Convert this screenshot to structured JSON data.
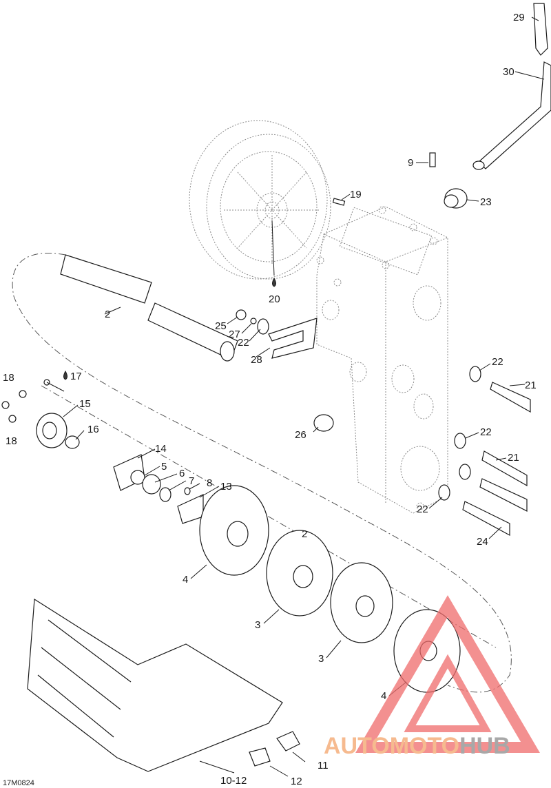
{
  "figure_code": "17M0824",
  "callouts": [
    {
      "id": "c29",
      "text": "29"
    },
    {
      "id": "c30",
      "text": "30"
    },
    {
      "id": "c9",
      "text": "9"
    },
    {
      "id": "c19",
      "text": "19"
    },
    {
      "id": "c23",
      "text": "23"
    },
    {
      "id": "c20",
      "text": "20"
    },
    {
      "id": "c2a",
      "text": "2"
    },
    {
      "id": "c25",
      "text": "25"
    },
    {
      "id": "c27",
      "text": "27"
    },
    {
      "id": "c22a",
      "text": "22"
    },
    {
      "id": "c28",
      "text": "28"
    },
    {
      "id": "c22b",
      "text": "22"
    },
    {
      "id": "c21a",
      "text": "21"
    },
    {
      "id": "c18a",
      "text": "18"
    },
    {
      "id": "c17",
      "text": "17"
    },
    {
      "id": "c15",
      "text": "15"
    },
    {
      "id": "c18b",
      "text": "18"
    },
    {
      "id": "c16",
      "text": "16"
    },
    {
      "id": "c26",
      "text": "26"
    },
    {
      "id": "c22c",
      "text": "22"
    },
    {
      "id": "c14",
      "text": "14"
    },
    {
      "id": "c5",
      "text": "5"
    },
    {
      "id": "c6",
      "text": "6"
    },
    {
      "id": "c7",
      "text": "7"
    },
    {
      "id": "c8",
      "text": "8"
    },
    {
      "id": "c13",
      "text": "13"
    },
    {
      "id": "c21b",
      "text": "21"
    },
    {
      "id": "c22d",
      "text": "22"
    },
    {
      "id": "c24",
      "text": "24"
    },
    {
      "id": "c2b",
      "text": "2"
    },
    {
      "id": "c4a",
      "text": "4"
    },
    {
      "id": "c3a",
      "text": "3"
    },
    {
      "id": "c3b",
      "text": "3"
    },
    {
      "id": "c4b",
      "text": "4"
    },
    {
      "id": "c11",
      "text": "11"
    },
    {
      "id": "c12",
      "text": "12"
    },
    {
      "id": "c1012",
      "text": "10-12"
    }
  ],
  "watermark": {
    "part1": "AUTOMOTO",
    "part2": "HUB",
    "color1": "#f4a46a",
    "color2": "#8c8c8c",
    "triangle_color": "#ef6b6b"
  },
  "colors": {
    "line": "#1a1a1a",
    "ghost": "#8a8a8a"
  }
}
